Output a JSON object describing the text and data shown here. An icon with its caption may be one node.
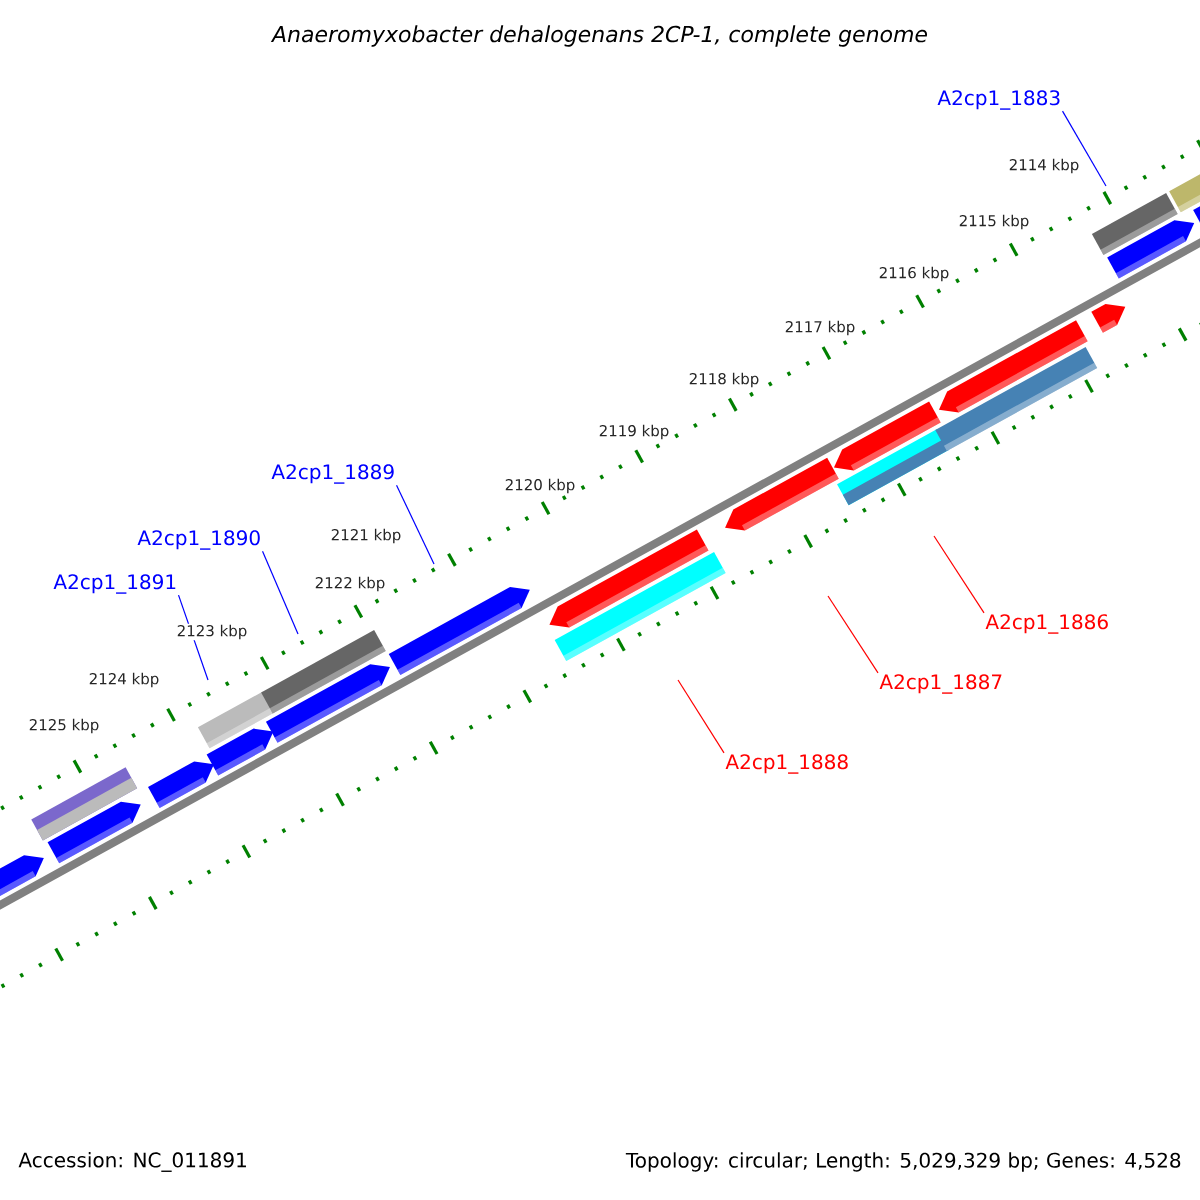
{
  "diagram": {
    "title": "Anaeromyxobacter dehalogenans 2CP-1, complete genome",
    "nodes": [
      {
        "text": [
          "A2cp1_1883"
        ]
      },
      {
        "text": [
          "A2cp1_1889"
        ]
      },
      {
        "text": [
          "A2cp1_1890"
        ]
      },
      {
        "text": [
          "A2cp1_1891"
        ]
      },
      {
        "text": [
          "A2cp1_1886"
        ]
      },
      {
        "text": [
          "A2cp1_1887"
        ]
      },
      {
        "text": [
          "A2cp1_1888"
        ]
      }
    ],
    "edges": [
      {
        "from": 0,
        "to": null,
        "arrow": "none",
        "color": "#0000ff"
      },
      {
        "from": 1,
        "to": null,
        "arrow": "none",
        "color": "#0000ff"
      },
      {
        "from": 2,
        "to": null,
        "arrow": "none",
        "color": "#0000ff"
      },
      {
        "from": 3,
        "to": null,
        "arrow": "none",
        "color": "#0000ff"
      },
      {
        "from": 4,
        "to": null,
        "arrow": "none",
        "color": "#ff0000"
      },
      {
        "from": 5,
        "to": null,
        "arrow": "none",
        "color": "#ff0000"
      },
      {
        "from": 6,
        "to": null,
        "arrow": "none",
        "color": "#ff0000"
      }
    ],
    "labels": [
      "2114 kbp",
      "2115 kbp",
      "2116 kbp",
      "2117 kbp",
      "2118 kbp",
      "2119 kbp",
      "2120 kbp",
      "2121 kbp",
      "2122 kbp",
      "2123 kbp",
      "2124 kbp",
      "2125 kbp",
      "Accession: NC_011891",
      "Topology: circular; Length: 5,029,329 bp; Genes: 4,528"
    ]
  }
}
